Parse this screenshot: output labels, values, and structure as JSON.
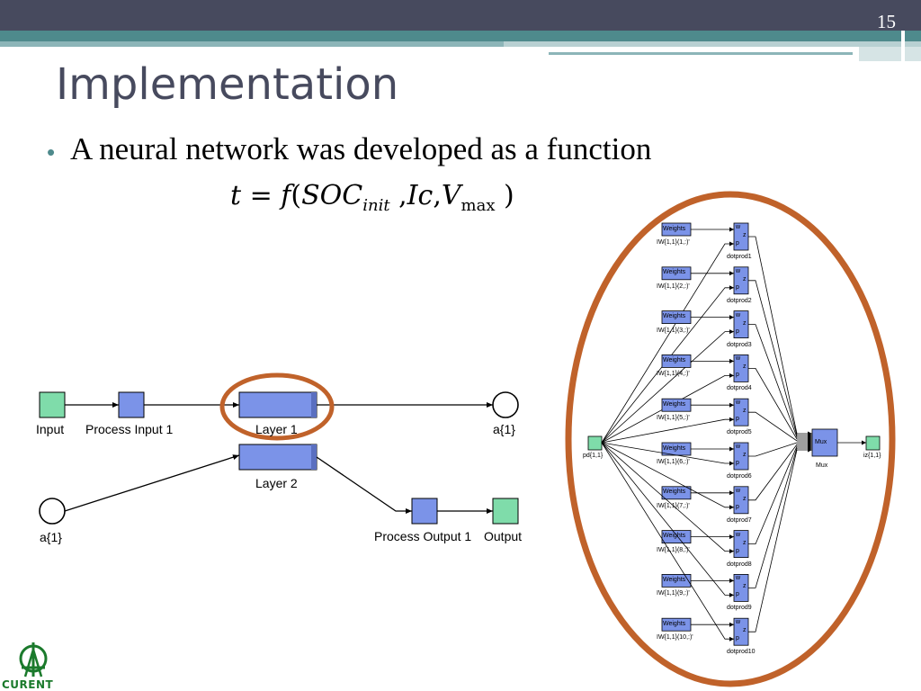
{
  "slide": {
    "page_number": "15",
    "title": "Implementation",
    "bullet": "A neural network was developed as a function",
    "equation": {
      "lhs": "t",
      "fn": "f",
      "arg1": "SOC",
      "arg1_sub": "init",
      "arg2": "Ic",
      "arg3": "V",
      "arg3_sub": "max"
    }
  },
  "left_diagram": {
    "input": "Input",
    "process_input": "Process Input 1",
    "layer1": "Layer 1",
    "output_a1": "a{1}",
    "layer2": "Layer 2",
    "input_a1": "a{1}",
    "process_output": "Process Output 1",
    "output": "Output"
  },
  "right_diagram": {
    "source": "pd{1,1}",
    "weights_label": "Weights",
    "port_w": "w",
    "port_z": "z",
    "port_p": "p",
    "rows": [
      {
        "iw": "IW{1,1}(1,:)'",
        "dot": "dotprod1"
      },
      {
        "iw": "IW{1,1}(2,:)'",
        "dot": "dotprod2"
      },
      {
        "iw": "IW{1,1}(3,:)'",
        "dot": "dotprod3"
      },
      {
        "iw": "IW{1,1}(4,:)'",
        "dot": "dotprod4"
      },
      {
        "iw": "IW{1,1}(5,:)'",
        "dot": "dotprod5"
      },
      {
        "iw": "IW{1,1}(6,:)'",
        "dot": "dotprod6"
      },
      {
        "iw": "IW{1,1}(7,:)'",
        "dot": "dotprod7"
      },
      {
        "iw": "IW{1,1}(8,:)'",
        "dot": "dotprod8"
      },
      {
        "iw": "IW{1,1}(9,:)'",
        "dot": "dotprod9"
      },
      {
        "iw": "IW{1,1}(10,:)'",
        "dot": "dotprod10"
      }
    ],
    "mux_block": "Mux",
    "mux_label": "Mux",
    "output": "iz{1,1}"
  },
  "logo": {
    "text": "CURENT"
  },
  "colors": {
    "topbar": "#474a5e",
    "teal": "#4e8a8c",
    "title": "#474a5e",
    "block_blue": "#7b93e8",
    "block_green": "#7fdcaa",
    "highlight": "#c0622a",
    "logo_green": "#1b7a2c"
  }
}
